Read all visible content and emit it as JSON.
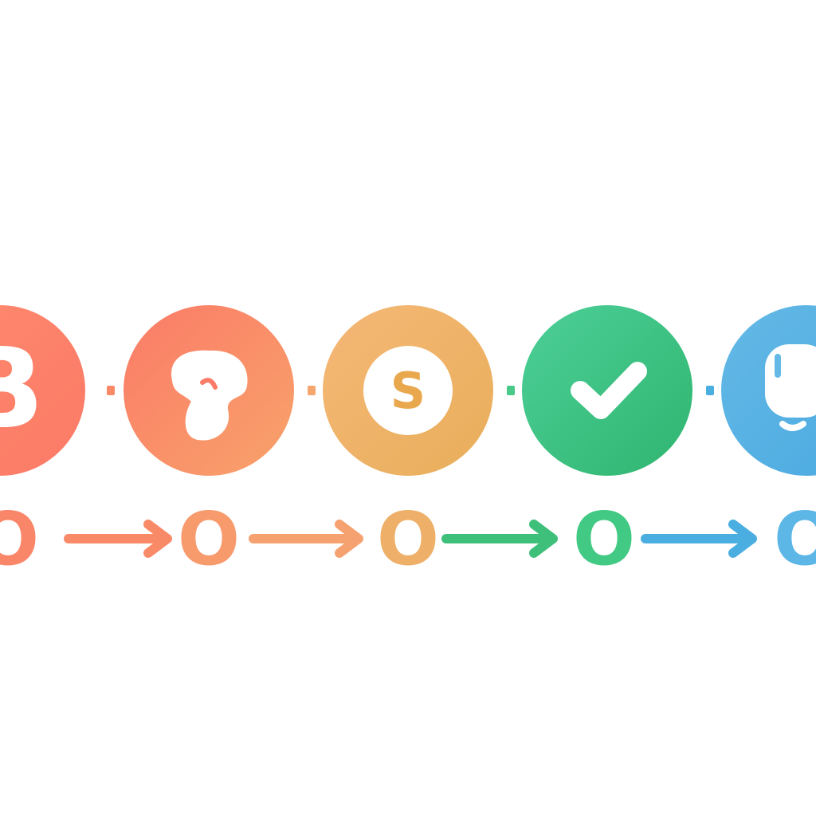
{
  "steps": [
    {
      "id": "step-1",
      "icon": "bold-b-icon",
      "glyph": "B",
      "color_top": "#ff8a6e",
      "color_bottom": "#fb7a66"
    },
    {
      "id": "step-2",
      "icon": "puzzle-blob-icon",
      "glyph": "",
      "color_top": "#fb7b68",
      "color_bottom": "#f8a36a"
    },
    {
      "id": "step-3",
      "icon": "dollar-coin-icon",
      "glyph": "S",
      "color_top": "#f5b877",
      "color_bottom": "#e8ae5a"
    },
    {
      "id": "step-4",
      "icon": "checkmark-icon",
      "glyph": "",
      "color_top": "#4dcf98",
      "color_bottom": "#2fb56f"
    },
    {
      "id": "step-5",
      "icon": "headset-support-icon",
      "glyph": "",
      "color_top": "#64b9e6",
      "color_bottom": "#4aa9e0"
    }
  ],
  "connector_colors": [
    "#f98a68",
    "#f5a56e",
    "#49c98a",
    "#4aaee0"
  ],
  "nodes": [
    {
      "glyph": "O",
      "color": "#f98668"
    },
    {
      "glyph": "O",
      "color": "#f79a6c"
    },
    {
      "glyph": "O",
      "color": "#eeaf68"
    },
    {
      "glyph": "O",
      "color": "#42c983"
    },
    {
      "glyph": "O",
      "color": "#5cb6e6"
    }
  ],
  "arrow_colors": [
    "#f98a68",
    "#f5a270",
    "#3fc07a",
    "#4aaee0"
  ]
}
